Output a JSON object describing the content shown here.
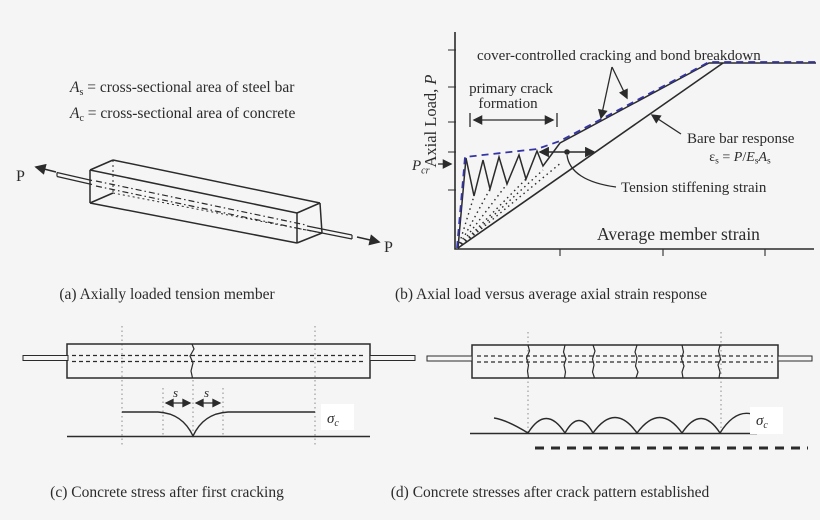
{
  "palette": {
    "background": "#f5f5f5",
    "ink": "#2b2b2b",
    "envelope_blue": "#3434a6",
    "white": "#ffffff",
    "dotted_gray": "#8a8a8a"
  },
  "definitions": {
    "steel": {
      "symbol": "A",
      "subscript": "s",
      "rest": " = cross-sectional area of steel bar"
    },
    "concrete": {
      "symbol": "A",
      "subscript": "c",
      "rest": " = cross-sectional area of concrete"
    }
  },
  "panel_a": {
    "left_load": "P",
    "right_load": "P",
    "caption": "(a) Axially loaded tension member"
  },
  "panel_b": {
    "caption": "(b) Axial load versus average axial strain response",
    "ylabel_text": "Axial Load, ",
    "ylabel_var": "P",
    "xlabel": "Average member strain",
    "pcr_symbol": "P",
    "pcr_subscript": "cr",
    "ann_cover": "cover-controlled cracking and bond breakdown",
    "ann_primary_line1": "primary crack",
    "ann_primary_line2": "formation",
    "ann_bare": "Bare bar response",
    "eq": {
      "eps": "ε",
      "eps_sub": "s",
      "mid": " = ",
      "P": "P",
      "slash": "/",
      "E": "E",
      "E_sub": "s",
      "A": "A",
      "A_sub": "s"
    },
    "ann_tension": "Tension stiffening strain"
  },
  "panel_c": {
    "caption": "(c) Concrete stress after first cracking",
    "s_left": "s",
    "s_right": "s",
    "sigma": "σ",
    "sigma_sub": "c"
  },
  "panel_d": {
    "caption": "(d) Concrete stresses after crack pattern established",
    "sigma": "σ",
    "sigma_sub": "c"
  },
  "chart_data": {
    "type": "line",
    "title": "",
    "xlabel": "Average member strain",
    "ylabel": "Axial Load, P",
    "axes_quantitative": false,
    "x_ticks_norm": [
      0.285,
      0.573,
      0.858
    ],
    "y_ticks_norm": [
      0.31,
      0.52,
      0.68,
      0.87,
      1.07
    ],
    "p_cr_norm": 0.49,
    "series": [
      {
        "name": "member response with tension stiffening",
        "style": "solid, sawtooth after first cracking, yield plateau at top",
        "points_norm": [
          [
            0,
            0
          ],
          [
            0.022,
            0.486
          ],
          [
            0.045,
            0.281
          ],
          [
            0.07,
            0.476
          ],
          [
            0.089,
            0.319
          ],
          [
            0.115,
            0.492
          ],
          [
            0.137,
            0.346
          ],
          [
            0.17,
            0.503
          ],
          [
            0.19,
            0.373
          ],
          [
            0.221,
            0.524
          ],
          [
            0.237,
            0.443
          ],
          [
            0.285,
            0.568
          ],
          [
            0.701,
            1.0
          ],
          [
            1.0,
            1.0
          ]
        ]
      },
      {
        "name": "bare bar response",
        "style": "solid straight line from origin to yield plateau",
        "points_norm": [
          [
            0,
            0
          ],
          [
            0.74,
            1.0
          ],
          [
            1.0,
            1.0
          ]
        ]
      },
      {
        "name": "post-cracking envelope",
        "style": "dashed blue",
        "points_norm": [
          [
            0,
            0
          ],
          [
            0.022,
            0.497
          ],
          [
            0.221,
            0.535
          ],
          [
            0.285,
            0.578
          ],
          [
            0.701,
            1.0
          ],
          [
            1.0,
            1.0
          ]
        ]
      },
      {
        "name": "unload-reload branches",
        "style": "dotted fan from origin to sawtooth troughs",
        "points_norm": [
          [
            0.045,
            0.281
          ],
          [
            0.089,
            0.319
          ],
          [
            0.137,
            0.346
          ],
          [
            0.19,
            0.373
          ],
          [
            0.237,
            0.422
          ],
          [
            0.291,
            0.465
          ]
        ]
      }
    ],
    "annotations": [
      "cover-controlled cracking and bond breakdown",
      "primary crack formation",
      "Bare bar response",
      "εs = P/EsAs",
      "Tension stiffening strain",
      "Pcr",
      "Average member strain"
    ],
    "legend": "none (annotated with leader arrows)"
  }
}
